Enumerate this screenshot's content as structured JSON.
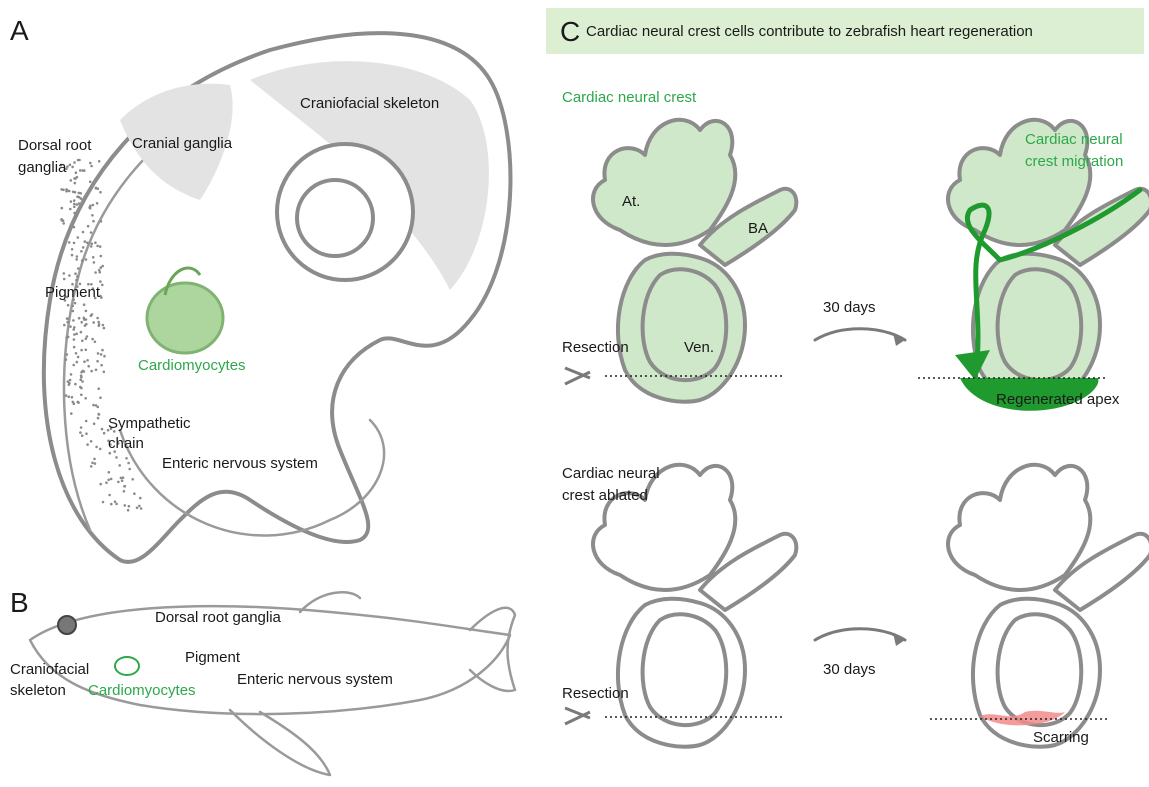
{
  "panels": {
    "a": {
      "letter": "A",
      "labels": {
        "craniofacial_skeleton": "Craniofacial skeleton",
        "dorsal_root_ganglia_1": "Dorsal root",
        "dorsal_root_ganglia_2": "ganglia",
        "cranial_ganglia": "Cranial ganglia",
        "pigment": "Pigment",
        "cardiomyocytes": "Cardiomyocytes",
        "sympathetic_chain_1": "Sympathetic",
        "sympathetic_chain_2": "chain",
        "enteric_nervous_system": "Enteric nervous system"
      }
    },
    "b": {
      "letter": "B",
      "labels": {
        "dorsal_root_ganglia": "Dorsal root ganglia",
        "craniofacial_1": "Craniofacial",
        "craniofacial_2": "skeleton",
        "cardiomyocytes": "Cardiomyocytes",
        "pigment": "Pigment",
        "enteric_nervous_system": "Enteric nervous system"
      }
    },
    "c": {
      "letter": "C",
      "title": "Cardiac neural crest cells contribute to zebrafish heart regeneration",
      "top": {
        "cardiac_neural_crest": "Cardiac neural crest",
        "atrium": "At.",
        "bulbus": "BA",
        "ventricle": "Ven.",
        "resection": "Resection",
        "days": "30 days",
        "migration_1": "Cardiac neural",
        "migration_2": "crest migration",
        "regenerated_apex": "Regenerated apex"
      },
      "bottom": {
        "ablated_1": "Cardiac neural",
        "ablated_2": "crest ablated",
        "resection": "Resection",
        "days": "30 days",
        "scarring": "Scarring"
      }
    }
  },
  "colors": {
    "label_green": "#2da84a",
    "crest_fill": "#cfe8c9",
    "crest_dark": "#1f9a2e",
    "scar": "#f28a8a",
    "title_bg": "#dcefd2"
  }
}
